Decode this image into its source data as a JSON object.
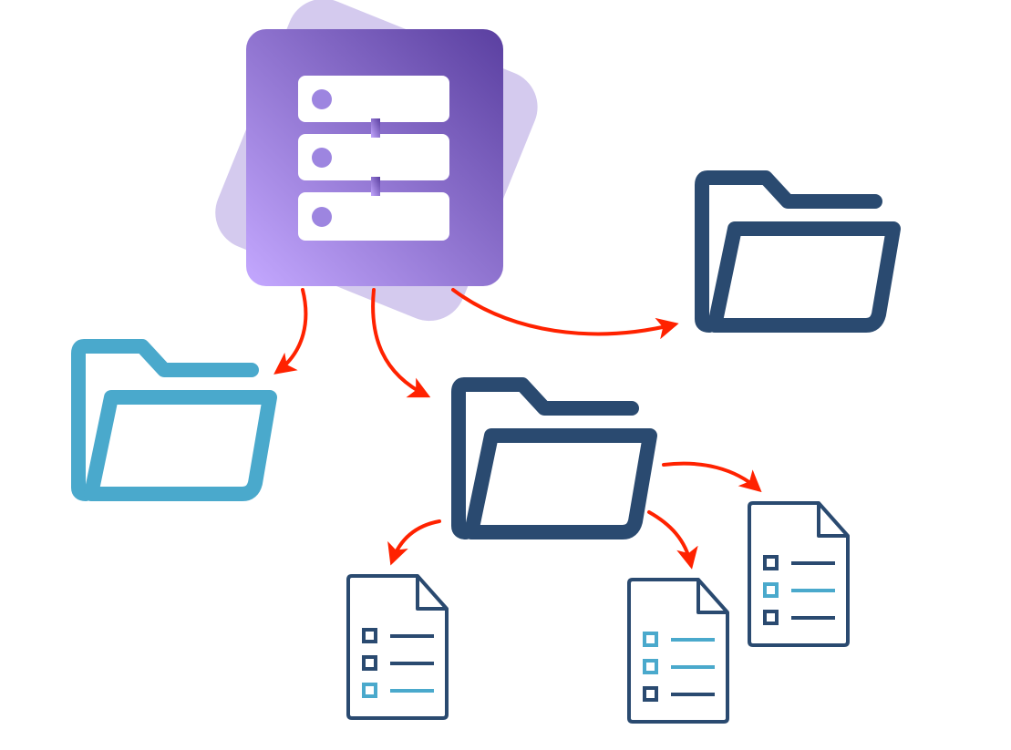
{
  "diagram": {
    "type": "file-system-tree",
    "root": {
      "icon": "server-icon",
      "color_start": "#c4a8ff",
      "color_end": "#5a3fa0",
      "back_color": "#c6b8e8"
    },
    "folders": [
      {
        "id": "folder-left",
        "icon": "folder-open-icon",
        "color": "#4aa9cc"
      },
      {
        "id": "folder-right",
        "icon": "folder-open-icon",
        "color": "#2a4a70"
      },
      {
        "id": "folder-center",
        "icon": "folder-open-icon",
        "color": "#2a4a70"
      }
    ],
    "files": [
      {
        "id": "file-bottom-left",
        "icon": "document-list-icon",
        "highlighted_rows": [
          3
        ]
      },
      {
        "id": "file-bottom-middle",
        "icon": "document-list-icon",
        "highlighted_rows": [
          1,
          2
        ]
      },
      {
        "id": "file-right",
        "icon": "document-list-icon",
        "highlighted_rows": [
          2
        ]
      }
    ],
    "connections": [
      {
        "from": "root",
        "to": "folder-left"
      },
      {
        "from": "root",
        "to": "folder-center"
      },
      {
        "from": "root",
        "to": "folder-right"
      },
      {
        "from": "folder-center",
        "to": "file-bottom-left"
      },
      {
        "from": "folder-center",
        "to": "file-bottom-middle"
      },
      {
        "from": "folder-center",
        "to": "file-right"
      }
    ],
    "colors": {
      "arrow": "#ff2200",
      "dark": "#2a4a70",
      "light": "#4aa9cc",
      "server_slot": "#ffffff",
      "server_dot": "#9d85e0"
    }
  }
}
